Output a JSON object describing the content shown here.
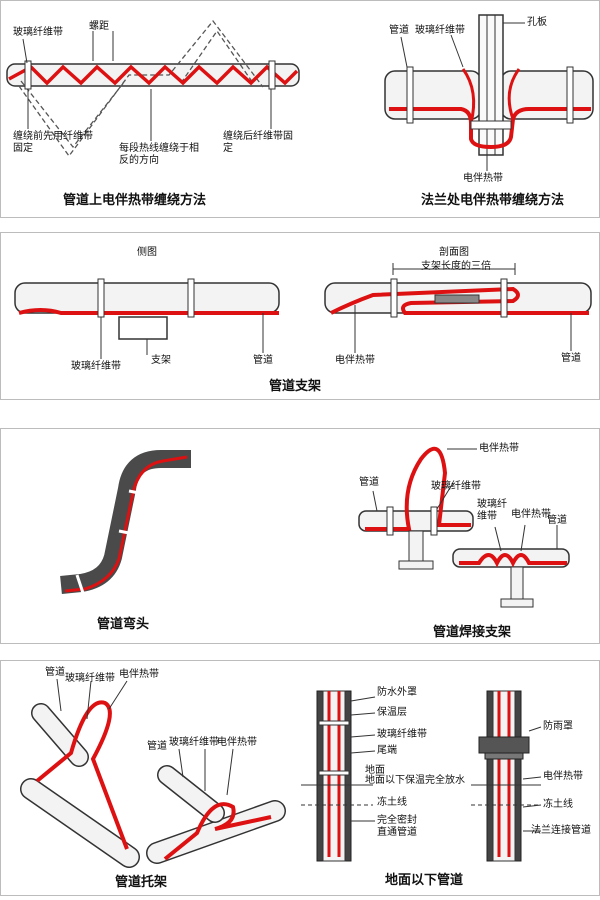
{
  "colors": {
    "heat_tape": "#dd1111",
    "pipe_fill": "#f3f3f3",
    "pipe_outline": "#333333",
    "insulation": "#444444",
    "dark_pipe": "#4a4a4a"
  },
  "panel1": {
    "left_caption": "管道上电伴热带缠绕方法",
    "right_caption": "法兰处电伴热带缠绕方法",
    "labels": {
      "fiberglass_tape": "玻璃纤维带",
      "pitch": "螺距",
      "fix_before": "缠绕前先用纤维带固定",
      "opposite_dir": "每段热线缠绕于相反的方向",
      "fix_after": "缠绕后纤维带固定",
      "pipe": "管道",
      "fiberglass_tape_r": "玻璃纤维带",
      "orifice": "孔板",
      "heat_tape": "电伴热带"
    }
  },
  "panel2": {
    "caption": "管道支架",
    "labels": {
      "side_view": "侧图",
      "section_view": "剖面图",
      "support_triple": "支架长度的三倍",
      "fiberglass_tape": "玻璃纤维带",
      "support": "支架",
      "pipe_left": "管道",
      "heat_tape": "电伴热带",
      "pipe_right": "管道"
    }
  },
  "panel3": {
    "left_caption": "管道弯头",
    "right_caption": "管道焊接支架",
    "labels": {
      "heat_tape_top": "电伴热带",
      "pipe": "管道",
      "fiberglass_tape": "玻璃纤维带",
      "fiberglass_tape_2": "玻璃纤维带",
      "heat_tape_2": "电伴热带",
      "pipe_2": "管道"
    }
  },
  "panel4": {
    "left_caption": "管道托架",
    "right_caption": "地面以下管道",
    "labels": {
      "pipe_a": "管道",
      "fiberglass_a": "玻璃纤维带",
      "heat_tape_a": "电伴热带",
      "pipe_b": "管道",
      "fiberglass_b": "玻璃纤维带",
      "heat_tape_b": "电伴热带",
      "waterproof_cover": "防水外罩",
      "insulation": "保温层",
      "fiberglass_c": "玻璃纤维带",
      "tail_end": "尾端",
      "ground": "地面",
      "below_ground": "地面以下保温完全放水",
      "frost_line": "冻土线",
      "full_seal": "完全密封",
      "straight_pipe": "直通管道",
      "rain_cover": "防雨罩",
      "heat_tape_c": "电伴热带",
      "frost_line_2": "冻土线",
      "flange_pipe": "法兰连接管道"
    }
  }
}
